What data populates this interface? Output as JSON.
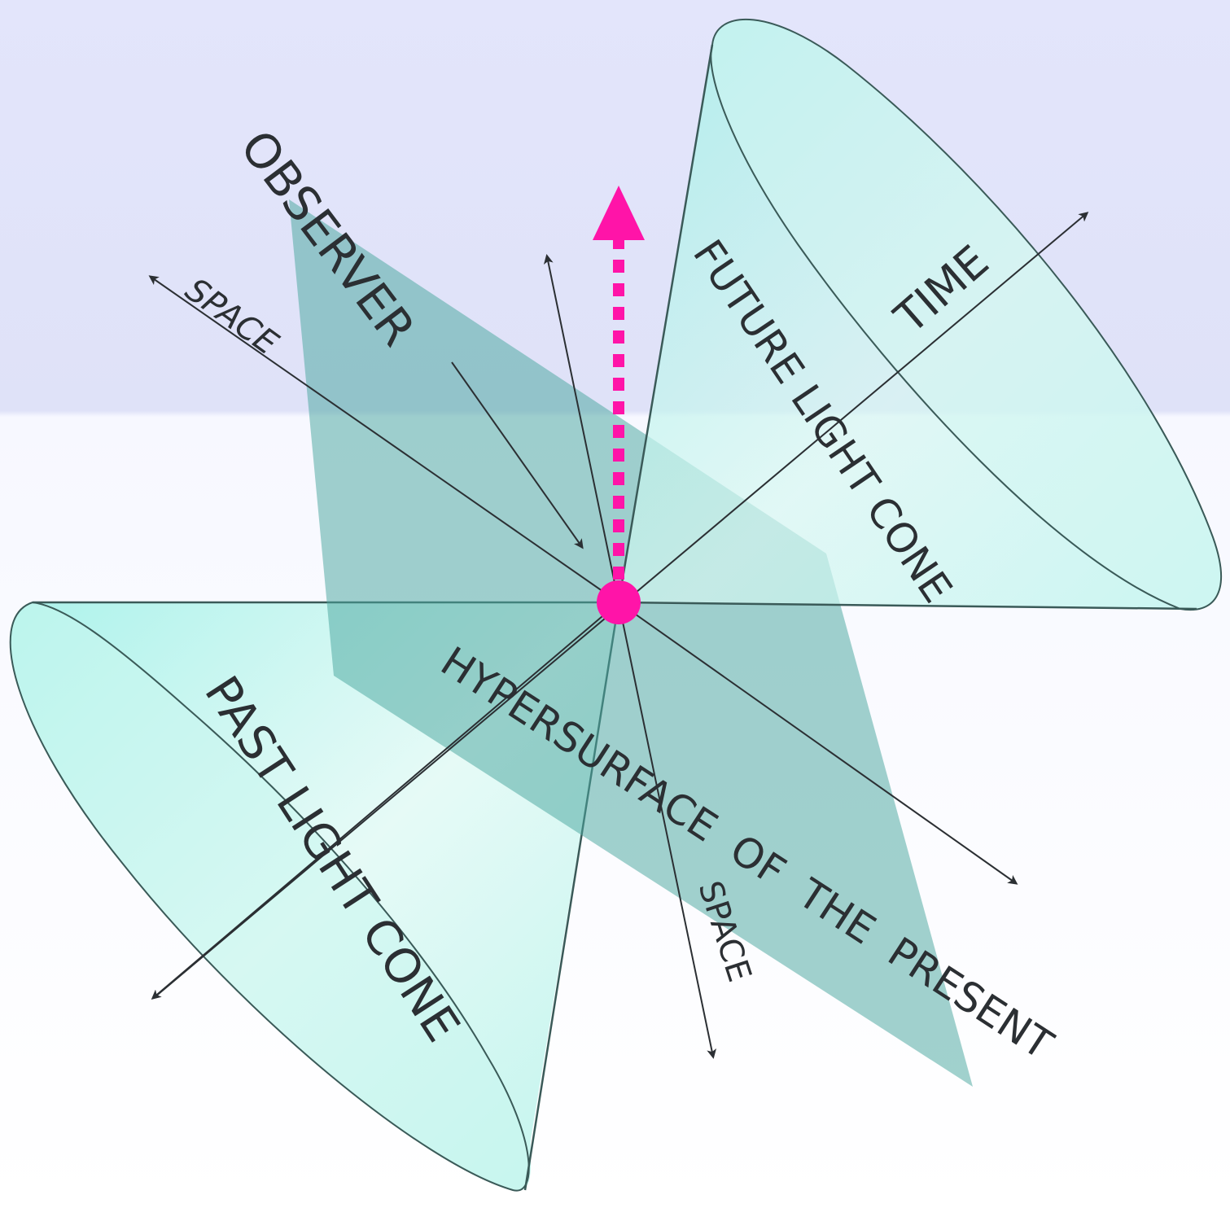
{
  "labels": {
    "observer": "OBSERVER",
    "future_light_cone": "FUTURE LIGHT CONE",
    "time": "TIME",
    "space_upper": "SPACE",
    "space_lower": "SPACE",
    "hypersurface": "HYPERSURFACE  OF  THE  PRESENT",
    "past_light_cone": "PAST LIGHT CONE"
  },
  "colors": {
    "background_top": "#e4e6fb",
    "cone_fill": "#b4f2ea",
    "cone_fill_light": "#e6faf6",
    "cone_edge": "#2f4f4f",
    "hypersurface_fill": "#5fb4ac",
    "observer_marker": "#ff14a8",
    "axis": "#2b2f33"
  },
  "icons": {
    "observer_point": "observer-dot-icon",
    "worldline_arrow": "worldline-arrow-icon"
  }
}
